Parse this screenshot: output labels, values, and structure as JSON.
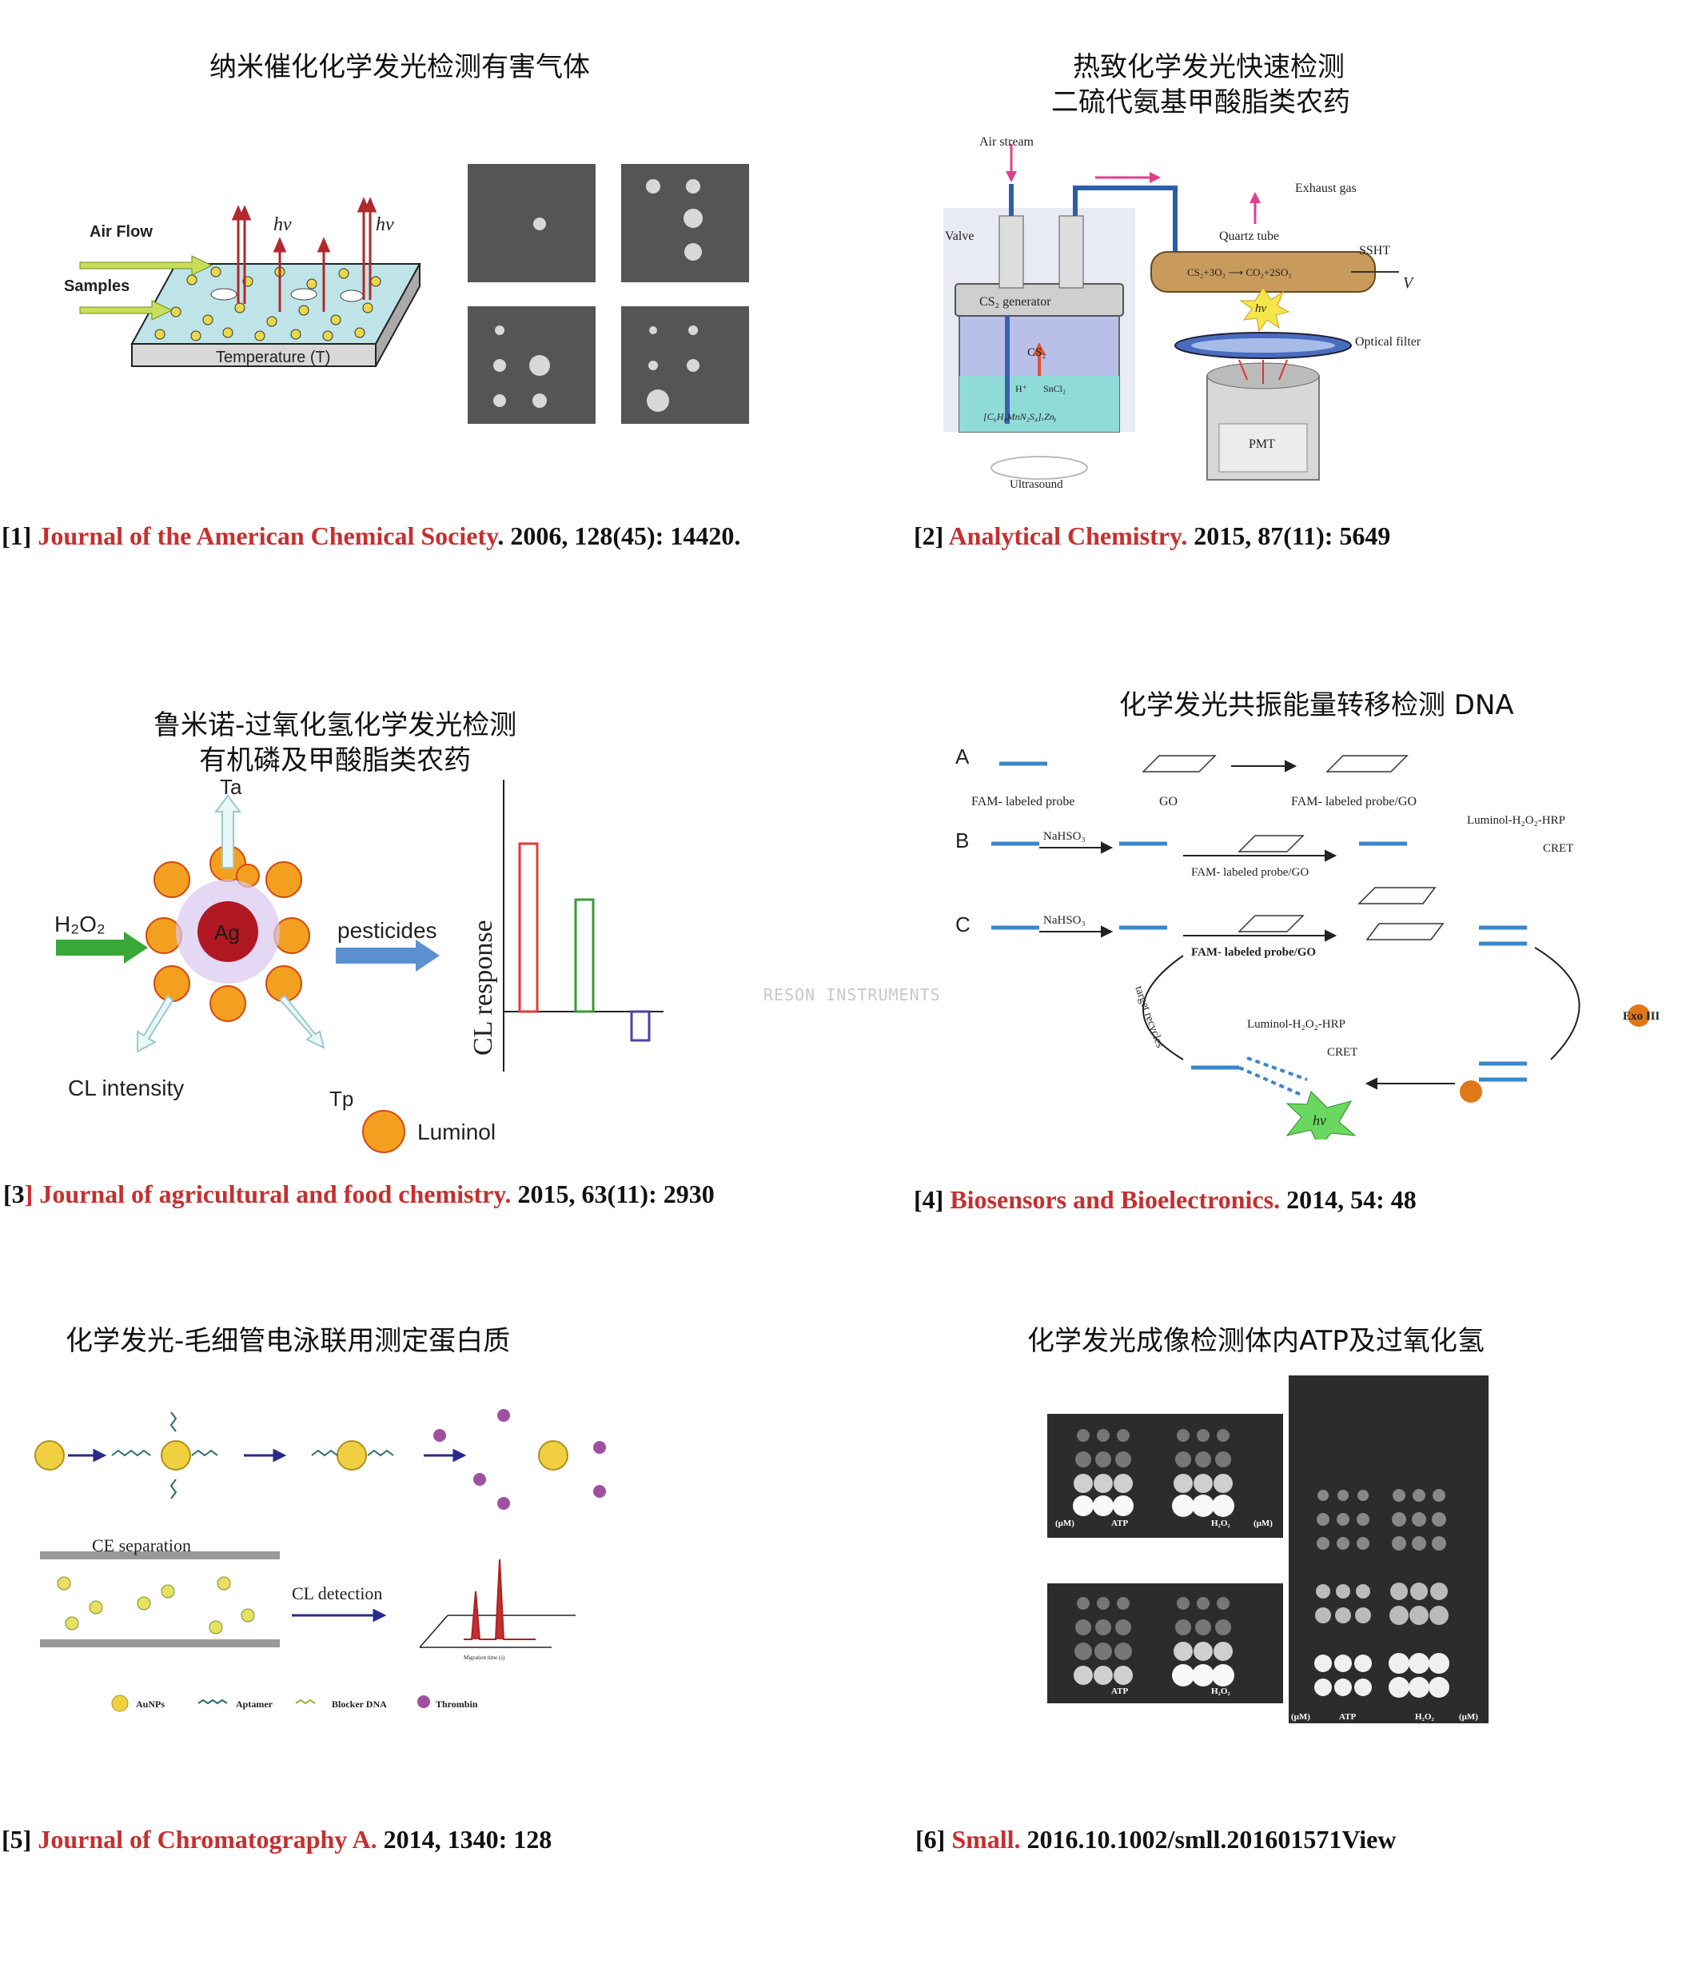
{
  "panels": [
    {
      "title_lines": [
        "纳米催化化学发光检测有害气体"
      ],
      "citation": {
        "num": "[1]",
        "journal": "Journal of the American Chemical Society",
        "rest": ". 2006, 128(45): 14420."
      },
      "figure_labels": {
        "air_flow": "Air   Flow",
        "samples": "Samples",
        "temperature": "Temperature (T)",
        "hv": "hv"
      }
    },
    {
      "title_lines": [
        "热致化学发光快速检测",
        "二硫代氨基甲酸脂类农药"
      ],
      "citation": {
        "num": "[2]",
        "journal": "Analytical Chemistry.",
        "rest": " 2015, 87(11): 5649"
      },
      "figure_labels": {
        "air_stream": "Air stream",
        "exhaust": "Exhaust gas",
        "valve": "Valve",
        "quartz": "Quartz tube",
        "ssht": "SSHT",
        "generator": "CS₂  generator",
        "cs2": "CS₂",
        "reaction": "CS₂+3O₂ ⟶ CO₂+2SO₂",
        "hv": "hν",
        "optical_filter": "Optical filter",
        "pmt": "PMT",
        "ultrasound": "Ultrasound",
        "complex": "[C₆H₈MnN₂S₄]ₓZnᵧ",
        "h_plus": "H⁺",
        "sncl2": "SnCl₂",
        "v": "V"
      }
    },
    {
      "title_lines": [
        "鲁米诺-过氧化氢化学发光检测",
        "有机磷及甲酸脂类农药"
      ],
      "citation": {
        "num": "[3",
        "journal": "] Journal of agricultural and food chemistry.",
        "rest": " 2015, 63(11): 2930"
      },
      "figure_labels": {
        "h2o2": "H₂O₂",
        "ag": "Ag",
        "pesticides": "pesticides",
        "cl_intensity": "CL intensity",
        "ta": "Ta",
        "tp": "Tp",
        "luminol": "Luminol",
        "cl_response": "CL response"
      }
    },
    {
      "title_lines": [
        "化学发光共振能量转移检测 DNA"
      ],
      "citation": {
        "num": "[4]",
        "journal": "Biosensors and Bioelectronics.",
        "rest": " 2014, 54: 48"
      },
      "figure_labels": {
        "a": "A",
        "b": "B",
        "c": "C",
        "fam_probe": "FAM- labeled probe",
        "go": "GO",
        "fam_go": "FAM- labeled probe/GO",
        "nahso3": "NaHSO₃",
        "luminol_hrp": "Luminol-H₂O₂-HRP",
        "cret": "CRET",
        "exo": "Exo III",
        "target": "target recycles",
        "hv": "hv"
      }
    },
    {
      "title_lines": [
        "化学发光-毛细管电泳联用测定蛋白质"
      ],
      "citation": {
        "num": "[5]",
        "journal": "Journal of Chromatography A.",
        "rest": " 2014, 1340: 128"
      },
      "figure_labels": {
        "ce": "CE separation",
        "cl": "CL detection",
        "aunps": "AuNPs",
        "aptamer": "Aptamer",
        "blocker": "Blocker DNA",
        "thrombin": "Thrombin",
        "migration": "Migration time (s)"
      }
    },
    {
      "title_lines": [
        "化学发光成像检测体内ATP及过氧化氢"
      ],
      "citation": {
        "num": "[6]",
        "journal": "Small.",
        "rest": " 2016.10.1002/smll.201601571View"
      },
      "figure_labels": {
        "atp": "ATP",
        "h2o2": "H₂O₂",
        "um": "(μM)"
      }
    }
  ],
  "watermark": "RESON INSTRUMENTS"
}
